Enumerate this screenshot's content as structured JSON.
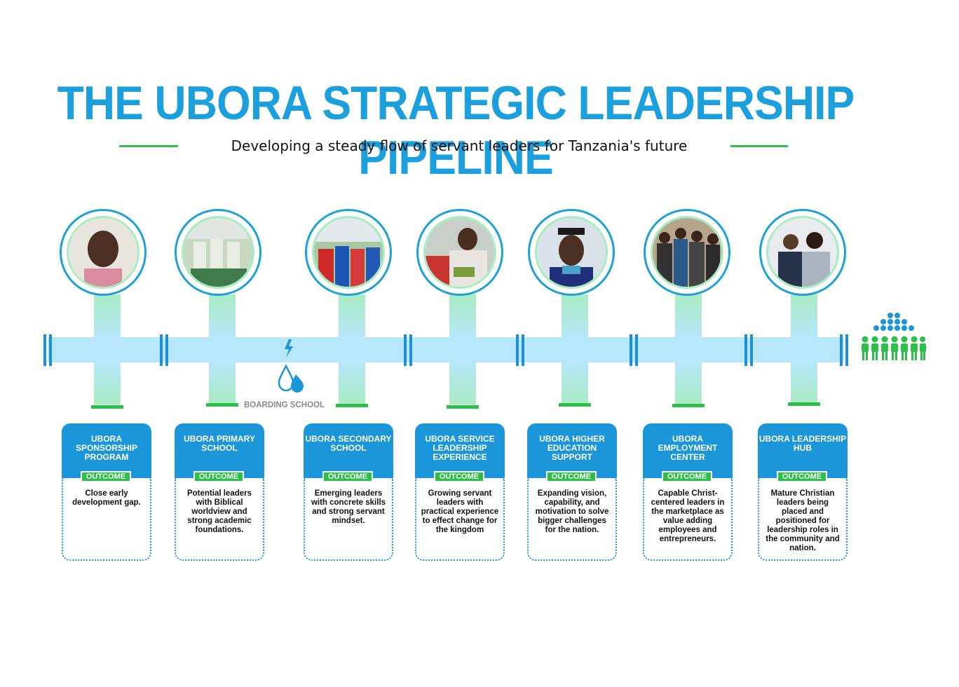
{
  "header": {
    "title": "THE UBORA STRATEGIC LEADERSHIP PIPELINE",
    "subtitle": "Developing a steady flow of servant leaders for Tanzania's future"
  },
  "colors": {
    "accent_blue": "#1ba0dd",
    "accent_green": "#2cbf4a",
    "pipe": "#b7e7fb"
  },
  "boarding_label": "BOARDING SCHOOL",
  "stages": [
    {
      "title": "UBORA SPONSORSHIP PROGRAM",
      "badge": "OUTCOME",
      "outcome": "Close early development gap."
    },
    {
      "title": "UBORA PRIMARY SCHOOL",
      "badge": "OUTCOME",
      "outcome": "Potential leaders with Biblical worldview and strong academic foundations."
    },
    {
      "title": "UBORA SECONDARY SCHOOL",
      "badge": "OUTCOME",
      "outcome": "Emerging leaders with concrete skills and strong servant mindset."
    },
    {
      "title": "UBORA SERVICE LEADERSHIP EXPERIENCE",
      "badge": "OUTCOME",
      "outcome": "Growing servant leaders with practical experience to effect change for the kingdom"
    },
    {
      "title": "UBORA HIGHER EDUCATION SUPPORT",
      "badge": "OUTCOME",
      "outcome": "Expanding vision, capability, and motivation to solve bigger challenges for the nation."
    },
    {
      "title": "UBORA EMPLOYMENT CENTER",
      "badge": "OUTCOME",
      "outcome": "Capable Christ-centered leaders in the marketplace as value adding employees and entrepreneurs."
    },
    {
      "title": "UBORA LEADERSHIP HUB",
      "badge": "OUTCOME",
      "outcome": "Mature Christian leaders being placed and positioned for leadership roles in the community and nation."
    }
  ],
  "icons": [
    "water-drop-icon",
    "people-crowd-icon"
  ]
}
